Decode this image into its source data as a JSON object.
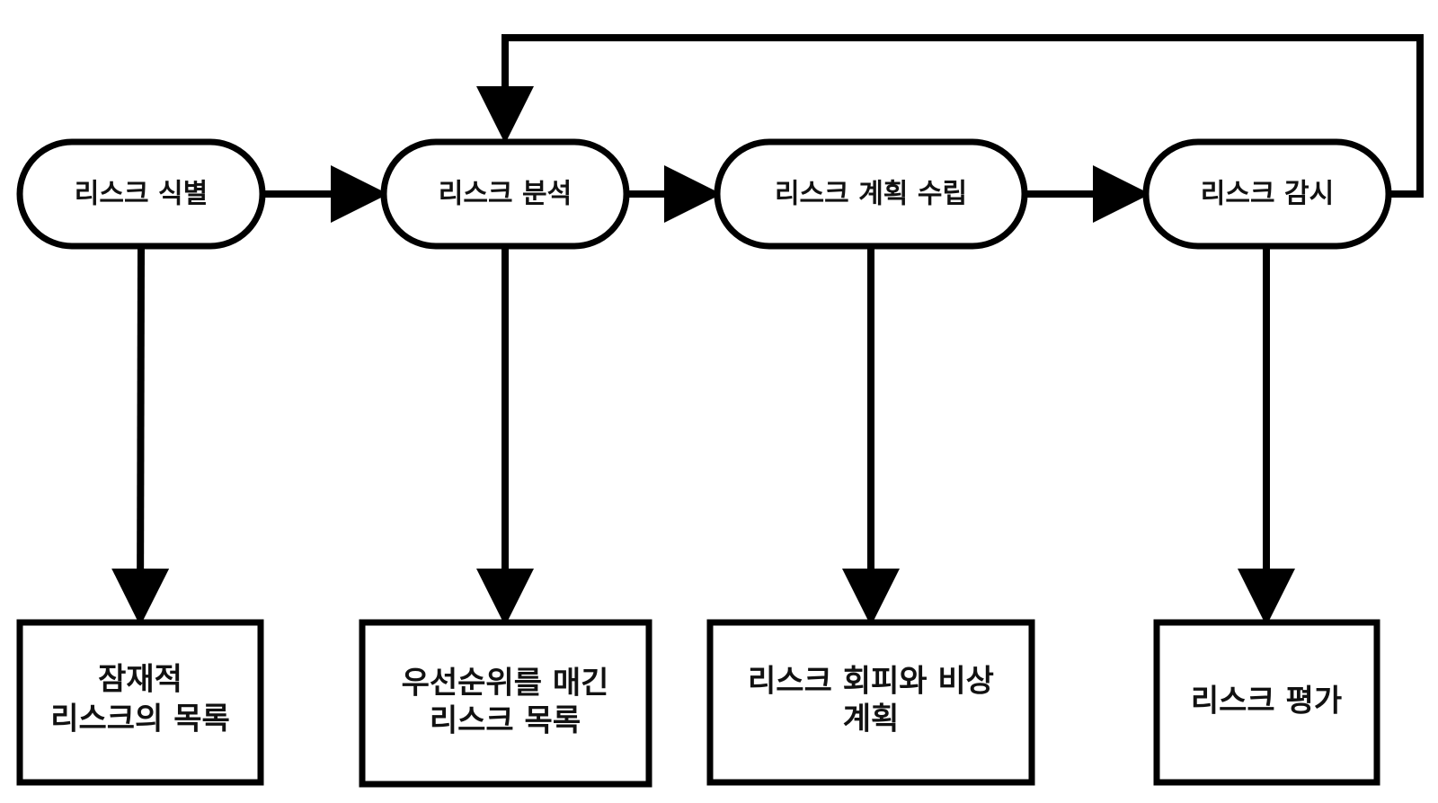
{
  "diagram": {
    "colors": {
      "stroke": "#000000",
      "fill": "#ffffff",
      "text": "#111111"
    },
    "process_nodes": [
      {
        "id": "identify",
        "label": "리스크 식별"
      },
      {
        "id": "analyze",
        "label": "리스크 분석"
      },
      {
        "id": "plan",
        "label": "리스크 계획 수립"
      },
      {
        "id": "monitor",
        "label": "리스크 감시"
      }
    ],
    "output_nodes": [
      {
        "id": "potential-list",
        "lines": [
          "잠재적",
          "리스크의 목록"
        ]
      },
      {
        "id": "prioritized-list",
        "lines": [
          "우선순위를 매긴",
          "리스크 목록"
        ]
      },
      {
        "id": "avoidance-plan",
        "lines": [
          "리스크 회피와 비상",
          "계획"
        ]
      },
      {
        "id": "assessment",
        "lines": [
          "리스크 평가"
        ]
      }
    ],
    "edges": [
      {
        "from": "identify",
        "to": "analyze"
      },
      {
        "from": "analyze",
        "to": "plan"
      },
      {
        "from": "plan",
        "to": "monitor"
      },
      {
        "from": "monitor",
        "to": "analyze",
        "type": "feedback-loop"
      },
      {
        "from": "identify",
        "to": "potential-list"
      },
      {
        "from": "analyze",
        "to": "prioritized-list"
      },
      {
        "from": "plan",
        "to": "avoidance-plan"
      },
      {
        "from": "monitor",
        "to": "assessment"
      }
    ]
  }
}
